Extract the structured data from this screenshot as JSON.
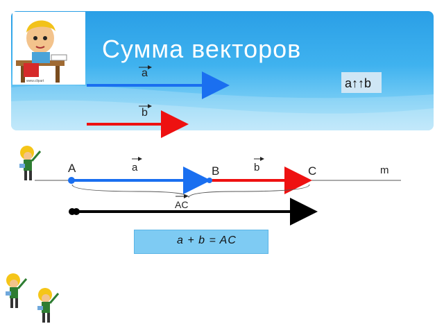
{
  "slide": {
    "title": "Сумма  векторов",
    "vector_a_label": "a",
    "vector_b_label": "b",
    "parallel_label": "a↑↑b"
  },
  "diagram": {
    "point_A": "A",
    "point_B": "B",
    "point_C": "C",
    "line_label": "m",
    "seg_a_label": "a",
    "seg_b_label": "b",
    "brace_label": "AC",
    "equation": "a + b = AC"
  },
  "colors": {
    "vector_a": "#1a6ff0",
    "vector_b": "#ee1111",
    "result": "#000000",
    "banner": "#2a9fe6",
    "equation_box": "#7ecbf3"
  }
}
